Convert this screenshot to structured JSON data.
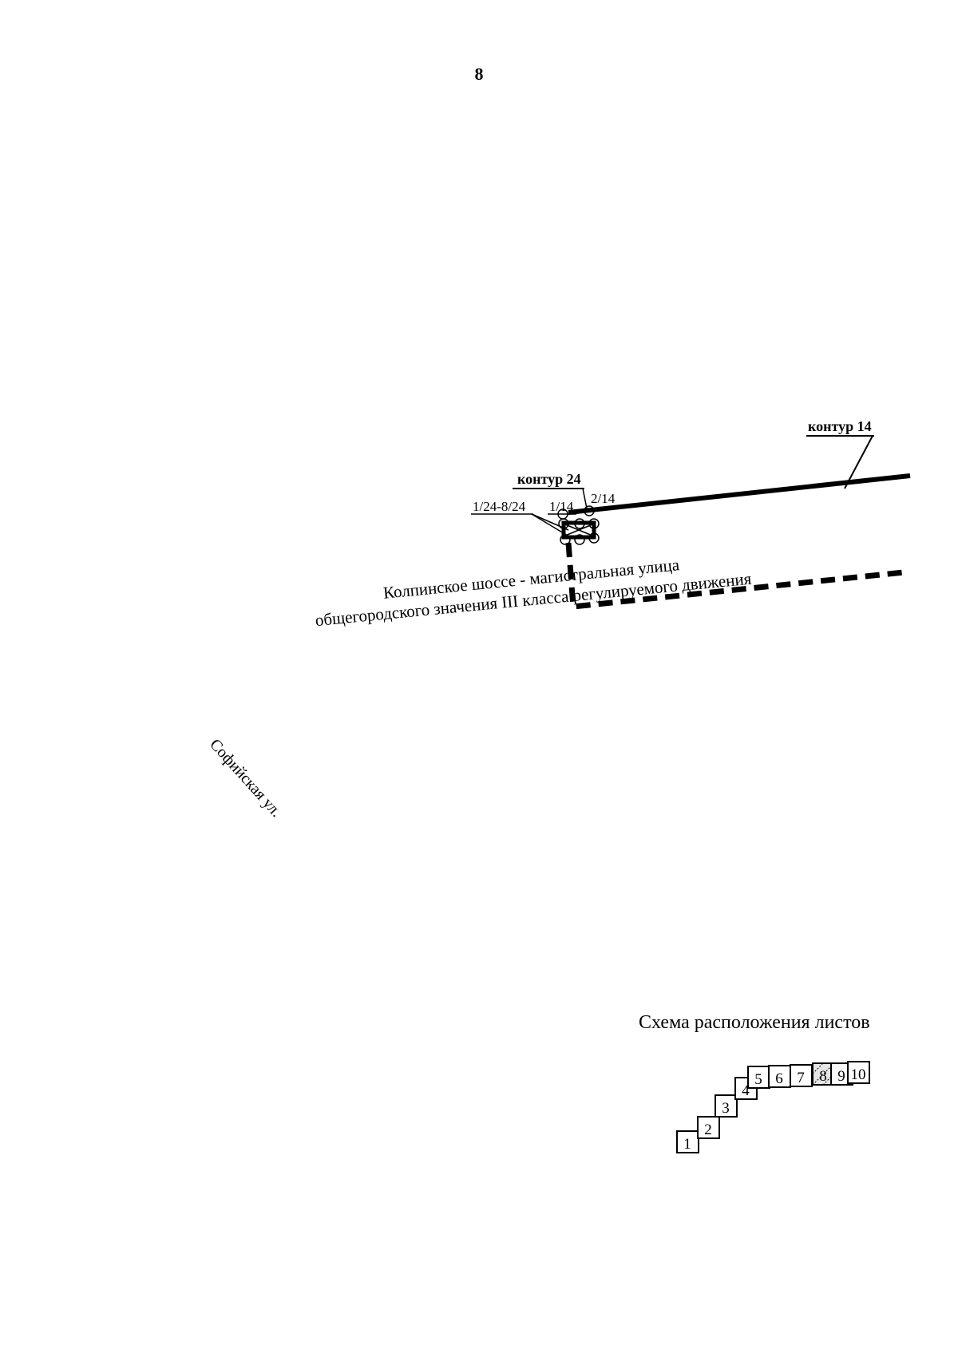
{
  "page": {
    "number": "8"
  },
  "plan": {
    "contour_14_label": "контур 14",
    "contour_24_label": "контур 24",
    "point_2_14": "2/14",
    "point_1_14": "1/14",
    "points_1_24_8_24": "1/24-8/24",
    "road_name_line1": "Колпинское шоссе - магистральная улица",
    "road_name_line2": "общегородского значения III класса регулируемого движения",
    "street_name": "Софийская  ул."
  },
  "sheet_scheme": {
    "title": "Схема расположения листов",
    "current_sheet": "8",
    "sheets": [
      "1",
      "2",
      "3",
      "4",
      "5",
      "6",
      "7",
      "8",
      "9",
      "10"
    ]
  },
  "colors": {
    "ink": "#000000",
    "paper": "#ffffff"
  }
}
